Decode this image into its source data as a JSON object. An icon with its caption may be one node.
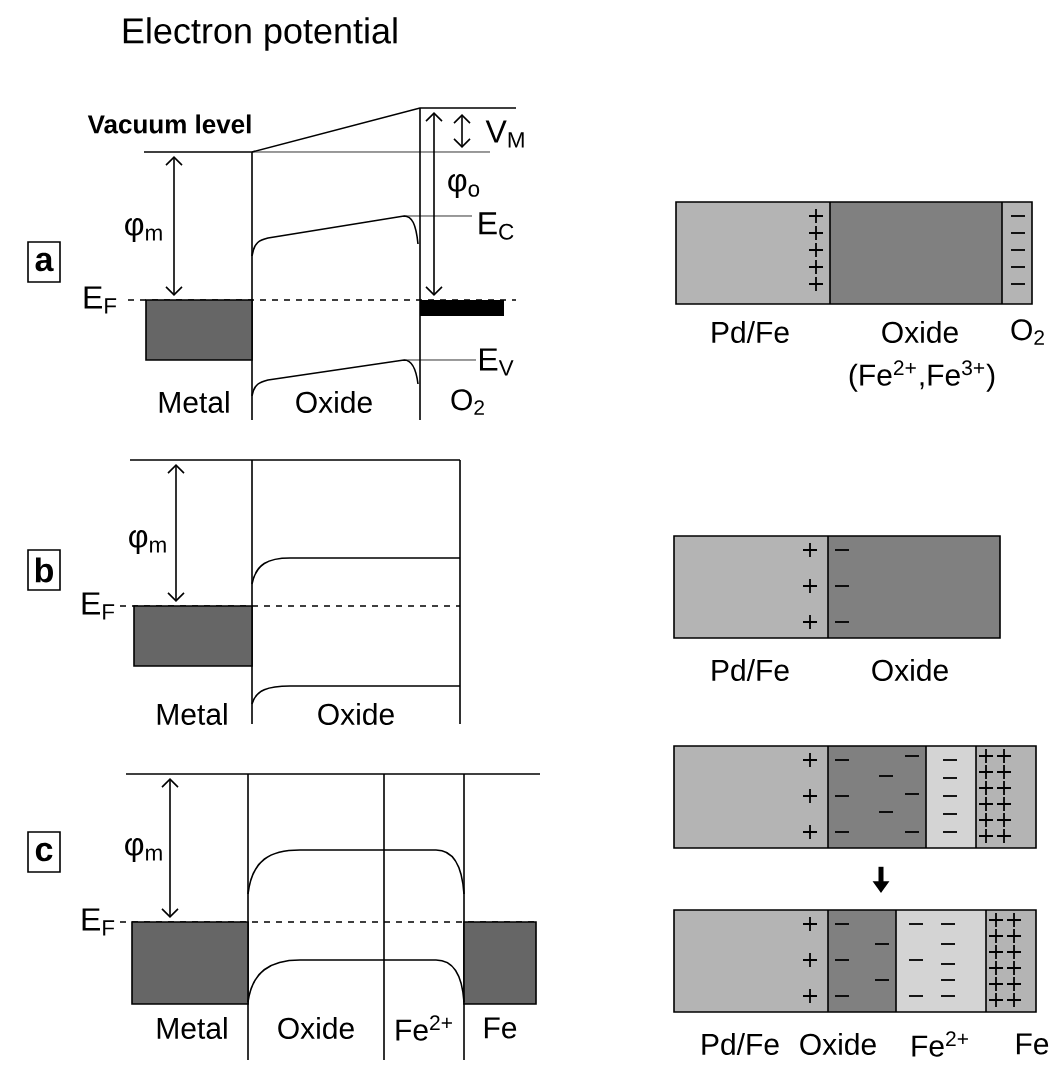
{
  "diagram": {
    "title": "Electron potential",
    "nodes": [
      {
        "text": [
          "a"
        ]
      },
      {
        "text": [],
        "shape": "box",
        "beside": [
          "Pd/Fe",
          "Oxide",
          "O$_{2}$",
          "(Fe$^{2+}$,Fe$^{3+}$)"
        ]
      },
      {
        "text": [
          "b"
        ]
      },
      {
        "text": [],
        "shape": "box",
        "beside": [
          "Pd/Fe",
          "Oxide"
        ]
      },
      {
        "text": [
          "c"
        ]
      },
      {
        "text": [],
        "shape": "box"
      },
      {
        "text": [],
        "shape": "box",
        "beside": [
          "Pd/Fe",
          "Oxide",
          "Fe$^{2+}$",
          "Fe"
        ]
      }
    ],
    "edges": [
      {
        "from": 5,
        "to": 6,
        "arrow": "to"
      }
    ],
    "labels": [
      "Vacuum level",
      "V$_{M}$",
      "φ$_{o}$",
      "φ$_{m}$",
      "E$_{C}$",
      "E$_{F}$",
      "E$_{V}$",
      "Metal",
      "Oxide",
      "O$_{2}$",
      "φ$_{m}$",
      "E$_{F}$",
      "Metal",
      "Oxide",
      "φ$_{m}$",
      "E$_{F}$",
      "Metal",
      "Oxide",
      "Fe$^{2+}$",
      "Fe"
    ]
  }
}
